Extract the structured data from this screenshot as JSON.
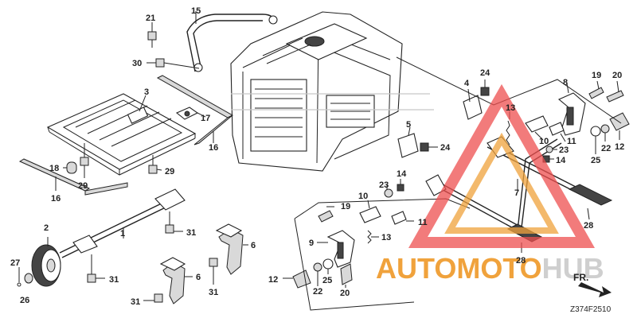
{
  "diagram": {
    "code": "Z374F2510",
    "direction_label": "FR.",
    "callouts": {
      "c21": "21",
      "c15": "15",
      "c30": "30",
      "c3": "3",
      "c17": "17",
      "c16a": "16",
      "c18": "18",
      "c29a": "29",
      "c29b": "29",
      "c16b": "16",
      "c1": "1",
      "c2": "2",
      "c31a": "31",
      "c31b": "31",
      "c31c": "31",
      "c31d": "31",
      "c6a": "6",
      "c6b": "6",
      "c27": "27",
      "c26": "26",
      "c4": "4",
      "c24a": "24",
      "c24b": "24",
      "c5": "5",
      "c13a": "13",
      "c13b": "13",
      "c8": "8",
      "c19a": "19",
      "c19b": "19",
      "c20a": "20",
      "c20b": "20",
      "c10a": "10",
      "c10b": "10",
      "c11a": "11",
      "c11b": "11",
      "c23a": "23",
      "c23b": "23",
      "c14a": "14",
      "c14b": "14",
      "c22a": "22",
      "c22b": "22",
      "c25a": "25",
      "c25b": "25",
      "c12a": "12",
      "c12b": "12",
      "c7": "7",
      "c28a": "28",
      "c28b": "28",
      "c9": "9"
    }
  },
  "watermark": {
    "brand_part1": "AUTOMOTO",
    "brand_part2": "HUB",
    "color_primary": "#f0a23c",
    "color_secondary": "#ee4f4f",
    "color_hub": "#cfcfcf"
  }
}
